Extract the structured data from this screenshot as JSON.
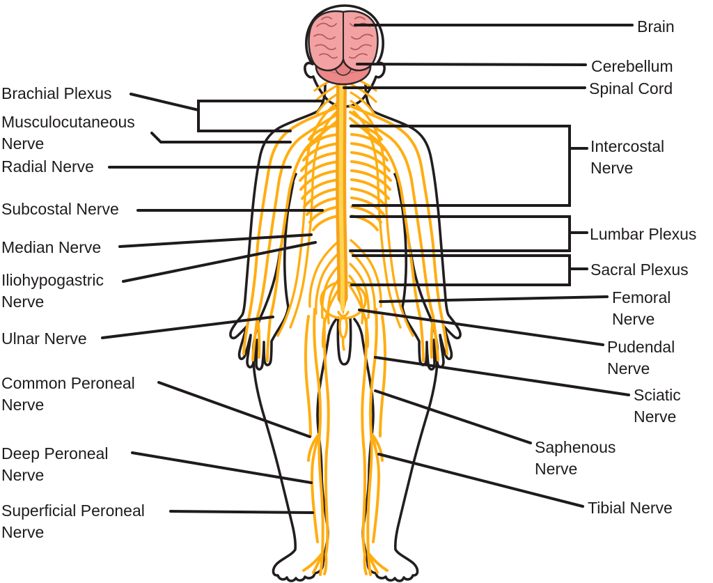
{
  "diagram": {
    "title": "Human nervous system labeled diagram",
    "colors": {
      "nerve_yellow": "#FFAD12",
      "spinal_core_yellow": "#FFD44F",
      "brain_pink": "#F2A2A2",
      "cerebellum_pink": "#EC8888",
      "outline_black": "#221E1F",
      "sulci_red": "#B65A5C",
      "background": "#FFFFFF"
    },
    "labels": {
      "brain": "Brain",
      "cerebellum": "Cerebellum",
      "spinal_cord": "Spinal Cord",
      "intercostal_nerve": "Intercostal Nerve",
      "lumbar_plexus": "Lumbar Plexus",
      "sacral_plexus": "Sacral Plexus",
      "femoral_nerve": "Femoral Nerve",
      "pudendal_nerve": "Pudendal Nerve",
      "sciatic_nerve": "Sciatic Nerve",
      "saphenous_nerve": "Saphenous Nerve",
      "tibial_nerve": "Tibial Nerve",
      "brachial_plexus": "Brachial Plexus",
      "musculocutaneous_nerve": "Musculocutaneous Nerve",
      "radial_nerve": "Radial Nerve",
      "subcostal_nerve": "Subcostal Nerve",
      "median_nerve": "Median Nerve",
      "iliohypogastric_nerve": "Iliohypogastric Nerve",
      "ulnar_nerve": "Ulnar Nerve",
      "common_peroneal_nerve": "Common Peroneal Nerve",
      "deep_peroneal_nerve": "Deep Peroneal Nerve",
      "superficial_peroneal_nerve": "Superficial Peroneal Nerve"
    }
  }
}
